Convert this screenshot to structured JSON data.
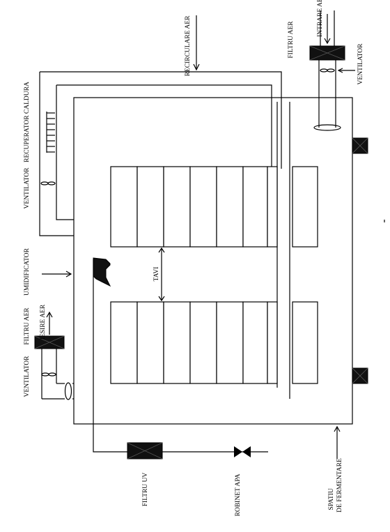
{
  "labels": {
    "recirculare_aer": "RECIRCULARE AER",
    "intrare_aer": "INTRARE AER",
    "filtru_aer_top": "FILTRU AER",
    "ventilator_top": "VENTILATOR",
    "recuperator_caldura": "RECUPERATOR CALDURA",
    "ventilator_left": "VENTILATOR",
    "umidificator": "UMIDIFICATOR",
    "tavi": "TAVI",
    "iesire_aer": "IESIRE AER",
    "filtru_aer_left": "FILTRU AER",
    "ventilator_bottom": "VENTILATOR",
    "filtru_uv": "FILTRU UV",
    "robinet_apa": "ROBINET APA",
    "spatiu_line1": "SPATIU",
    "spatiu_line2": "DE FERMENTARE"
  }
}
